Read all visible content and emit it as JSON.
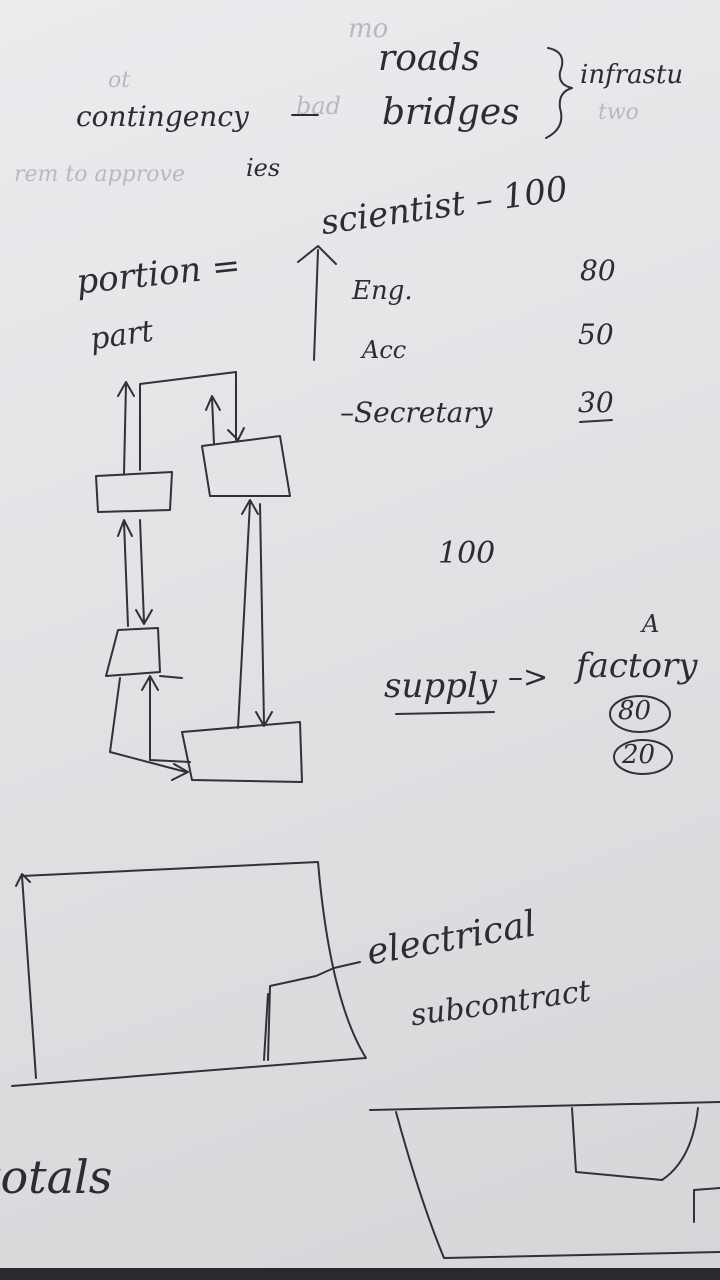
{
  "notes": {
    "faint_top": "mo",
    "faint_left": "ot",
    "faint_mid": "bad",
    "contingency": "contingency",
    "dash": "—",
    "roads": "roads",
    "bridges": "bridges",
    "infrastructure": "infrastu",
    "faint_right": "two",
    "ies": "ies",
    "faint_line": "rem to approve",
    "portion": "portion =",
    "part": "part",
    "scientist": "scientist – 100",
    "eng": "Eng.",
    "acc": "Acc",
    "secretary": "–Secretary",
    "val_80": "80",
    "val_50": "50",
    "val_30": "30",
    "hundred": "100",
    "supply": "supply",
    "arrow": "–>",
    "factory": "factory",
    "factory_mark": "A",
    "circled_80": "80",
    "circled_20": "20",
    "electrical": "electrical",
    "subcontract": "subcontract",
    "totals": "totals"
  }
}
